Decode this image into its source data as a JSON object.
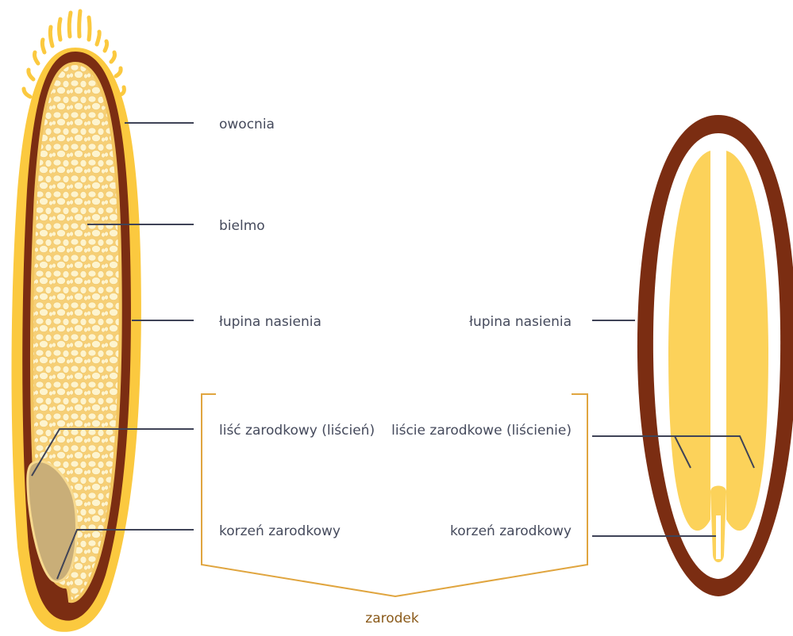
{
  "labels": {
    "pericarp": "owocnia",
    "endosperm": "bielmo",
    "seed_coat_left": "łupina nasienia",
    "cotyledon_left": "liść zarodkowy (liścień)",
    "radicle_left": "korzeń zarodkowy",
    "seed_coat_right": "łupina nasienia",
    "cotyledons_right": "liście zarodkowe (liścienie)",
    "radicle_right": "korzeń zarodkowy",
    "embryo": "zarodek"
  },
  "colors": {
    "pericarp": "#fbc93f",
    "seed_coat": "#7b2d12",
    "endosperm_fill": "#f8d68a",
    "endosperm_cells": "#fdf4cf",
    "embryo": "#c9ae78",
    "cotyledon": "#fcd25a",
    "leader_line": "#3f4357",
    "bracket": "#e0a53f",
    "label_text": "#454a5c",
    "embryo_label": "#8a5a1a"
  }
}
